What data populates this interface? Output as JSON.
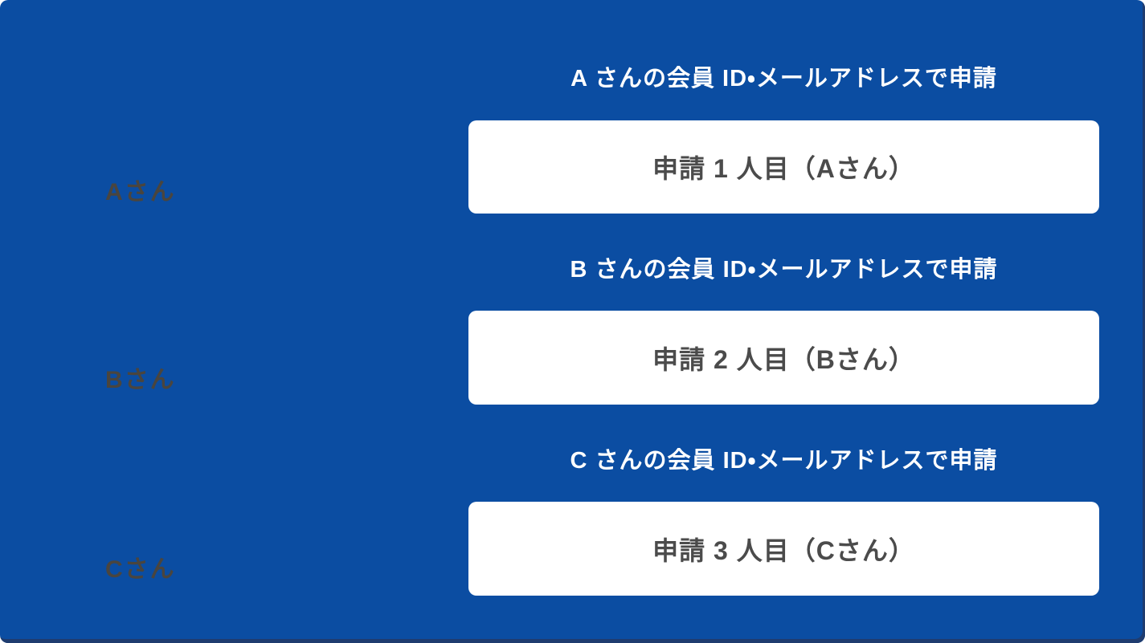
{
  "figure": {
    "type": "instructional-flow-diagram",
    "colors": {
      "panel": "#0b4da2",
      "panel-edge": "#1f3c6f",
      "box-bg": "#ffffff",
      "box-text": "#4b4b4b",
      "person-label": "#4a453e",
      "header-text": "#ffffff"
    },
    "rows": [
      {
        "person_label": "Aさん",
        "header": "A さんの会員 ID・メールアドレスで申請",
        "box_label": "申請 1 人目（Aさん）"
      },
      {
        "person_label": "Bさん",
        "header": "B さんの会員 ID・メールアドレスで申請",
        "box_label": "申請 2 人目（Bさん）"
      },
      {
        "person_label": "Cさん",
        "header": "C さんの会員 ID・メールアドレスで申請",
        "box_label": "申請 3 人目（Cさん）"
      }
    ]
  }
}
